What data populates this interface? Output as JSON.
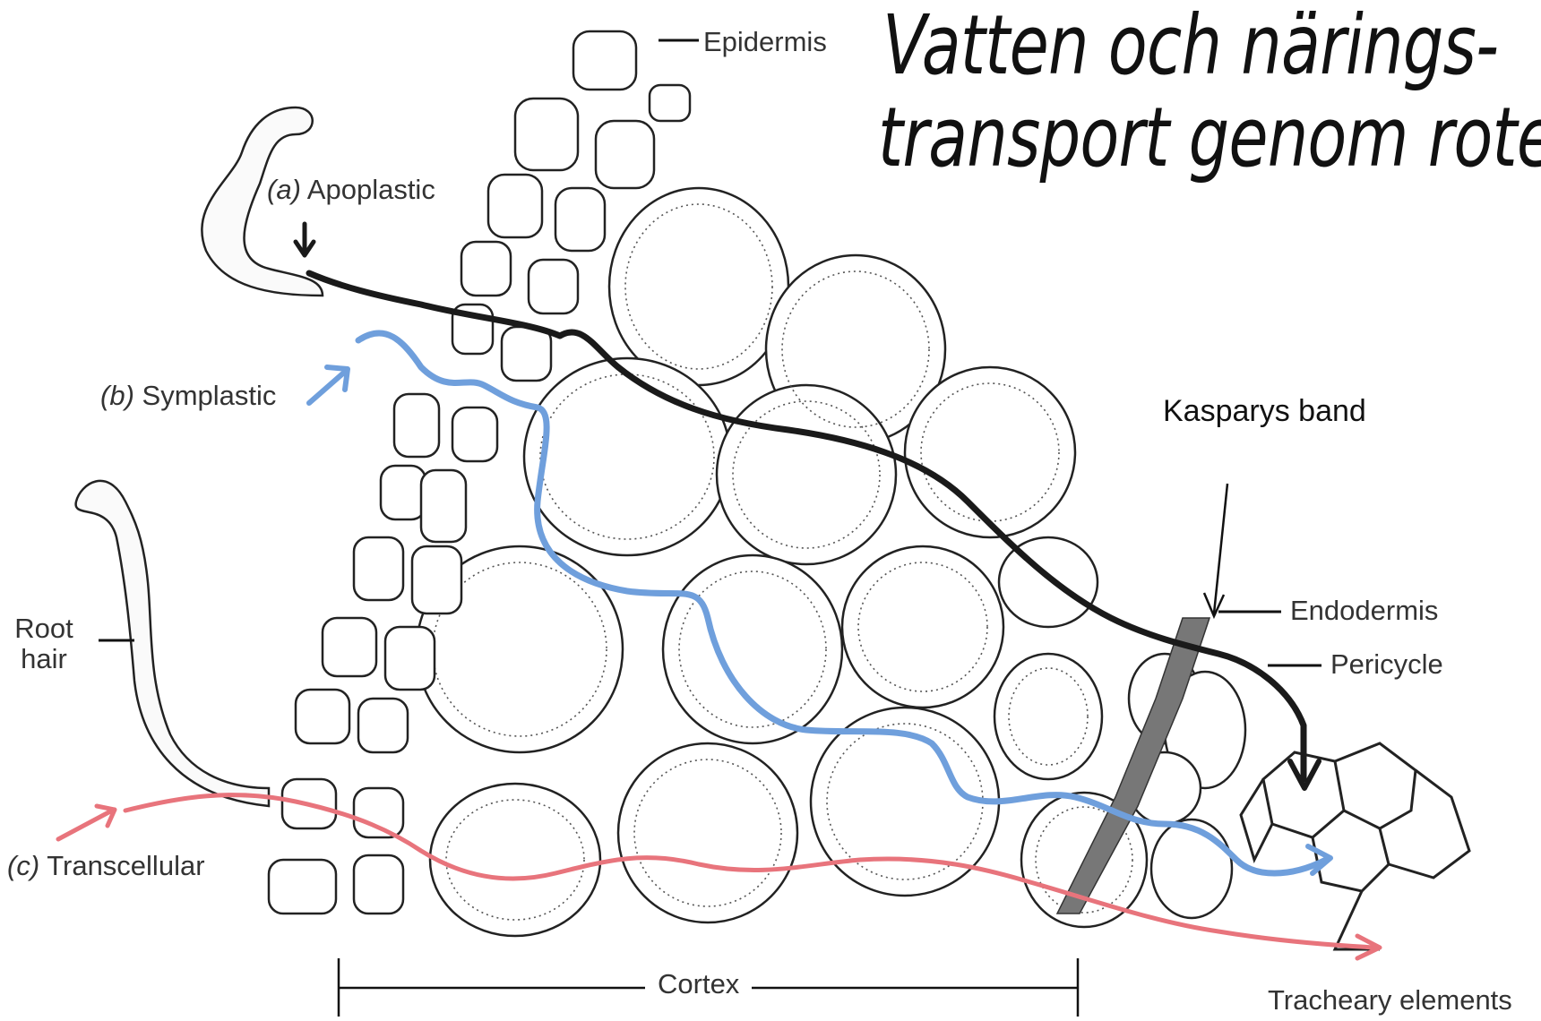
{
  "title": {
    "line1": "Vatten och närings-",
    "line2": "transport genom roten"
  },
  "labels": {
    "epidermis": "Epidermis",
    "apoplastic_letter": "(a)",
    "apoplastic": "Apoplastic",
    "symplastic_letter": "(b)",
    "symplastic": "Symplastic",
    "transcellular_letter": "(c)",
    "transcellular": "Transcellular",
    "root_hair_1": "Root",
    "root_hair_2": "hair",
    "kasparys_band": "Kasparys band",
    "endodermis": "Endodermis",
    "pericycle": "Pericycle",
    "cortex": "Cortex",
    "tracheary": "Tracheary elements"
  },
  "colors": {
    "apoplastic_path": "#1a1a1a",
    "symplastic_path": "#6f9fdc",
    "transcellular_path": "#e8747c",
    "cell_wall": "#222222",
    "casparian_strip": "#777777"
  }
}
